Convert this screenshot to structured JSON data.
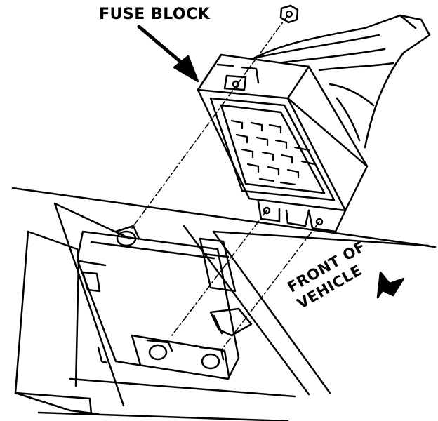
{
  "labels": {
    "fuse_block": "FUSE BLOCK",
    "front_of": "FRONT OF",
    "vehicle": "VEHICLE"
  },
  "colors": {
    "ink": "#000000",
    "paper": "#ffffff"
  },
  "icons": [
    "pointer-arrow-icon",
    "direction-arrow-icon",
    "nut-icon"
  ]
}
